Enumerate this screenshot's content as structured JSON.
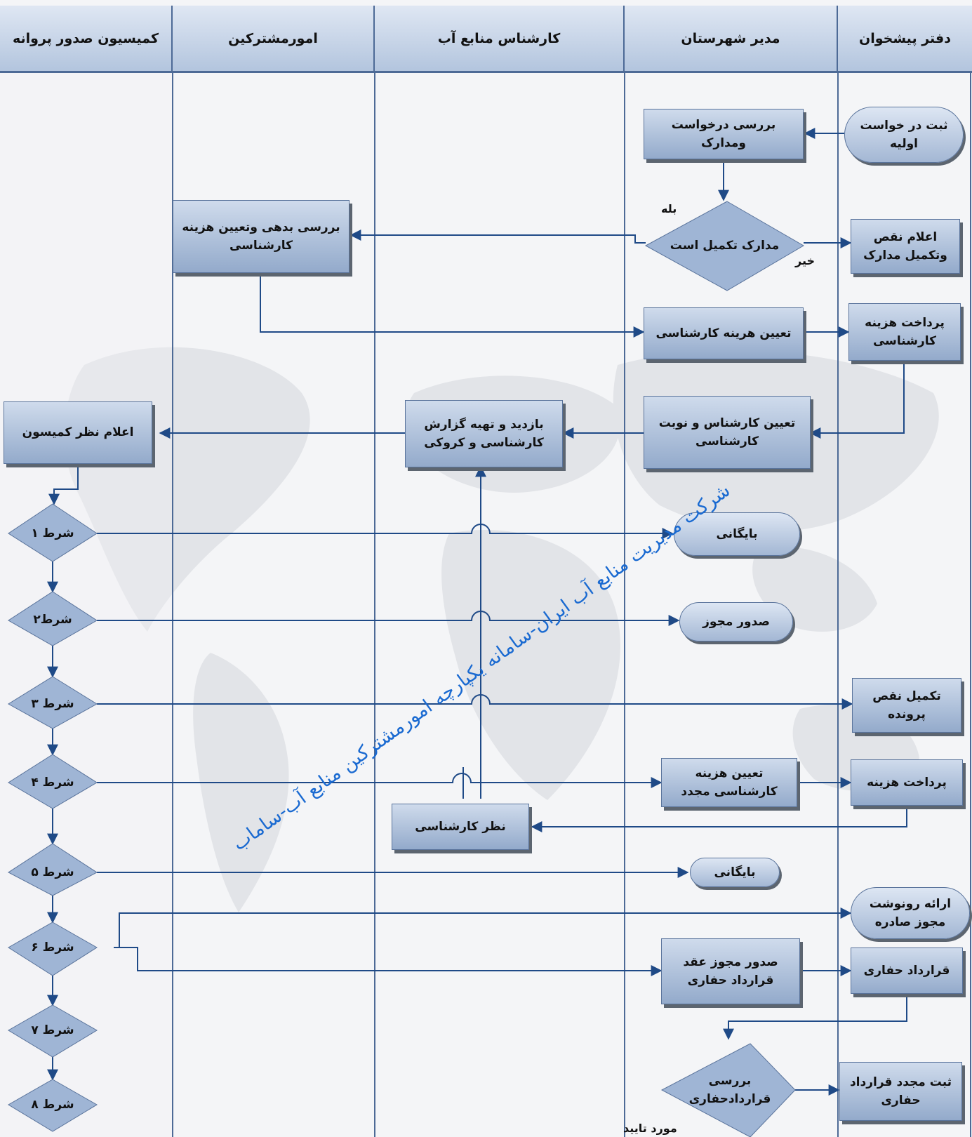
{
  "lanes": [
    "کمیسیون صدور پروانه",
    "امورمشترکین",
    "کارشناس منابع آب",
    "مدیر شهرستان",
    "دفتر پیشخوان"
  ],
  "nodes": {
    "initial_register": "ثبت در خواست\nاولیه",
    "review_request": "بررسی درخواست\nومدارک",
    "docs_complete": "مدارک تکمیل است",
    "announce_deficiency": "اعلام نقص\nوتکمیل مدارک",
    "debt_review": "بررسی بدهی وتعیین هزینه\nکارشناسی",
    "set_expert_cost": "تعیین هرینه کارشناسی",
    "pay_expert_cost": "پرداخت هزینه\nکارشناسی",
    "assign_expert": "تعیین کارشناس و نوبت\nکارشناسی",
    "visit_report": "بازدید  و تهیه گزارش\nکارشناسی و کروکی",
    "commission_opinion": "اعلام نظر کمیسون",
    "archive_1": "بایگانی",
    "issue_permit": "صدور مجوز",
    "complete_file": "تکمیل نقص\nپرونده",
    "set_cost_again": "تعیین هزینه\nکارشناسی مجدد",
    "pay_cost": "پرداخت هزینه",
    "expert_opinion": "نظر کارشناسی",
    "archive_2": "بایگانی",
    "permit_copy": "ارائه رونوشت\nمجوز صادره",
    "issue_drilling_permit": "صدور مجوز عقد\nقرارداد حفاری",
    "drilling_contract": "قرارداد حفاری",
    "review_drilling_contract": "بررسی\nقراردادحفاری",
    "reregister_contract": "ثبت مجدد قرارداد\nحفاری"
  },
  "conditions": [
    "شرط ۱",
    "شرط۲",
    "شرط ۳",
    "شرط ۴",
    "شرط ۵",
    "شرط ۶",
    "شرط ۷",
    "شرط ۸"
  ],
  "edge_labels": {
    "yes": "بله",
    "no": "خیر",
    "approved": "مورد تایید"
  },
  "watermark": "شرکت مدیریت منابع آب ایران-سامانه یکپارچه امورمشترکین منابع آب-ساماب"
}
